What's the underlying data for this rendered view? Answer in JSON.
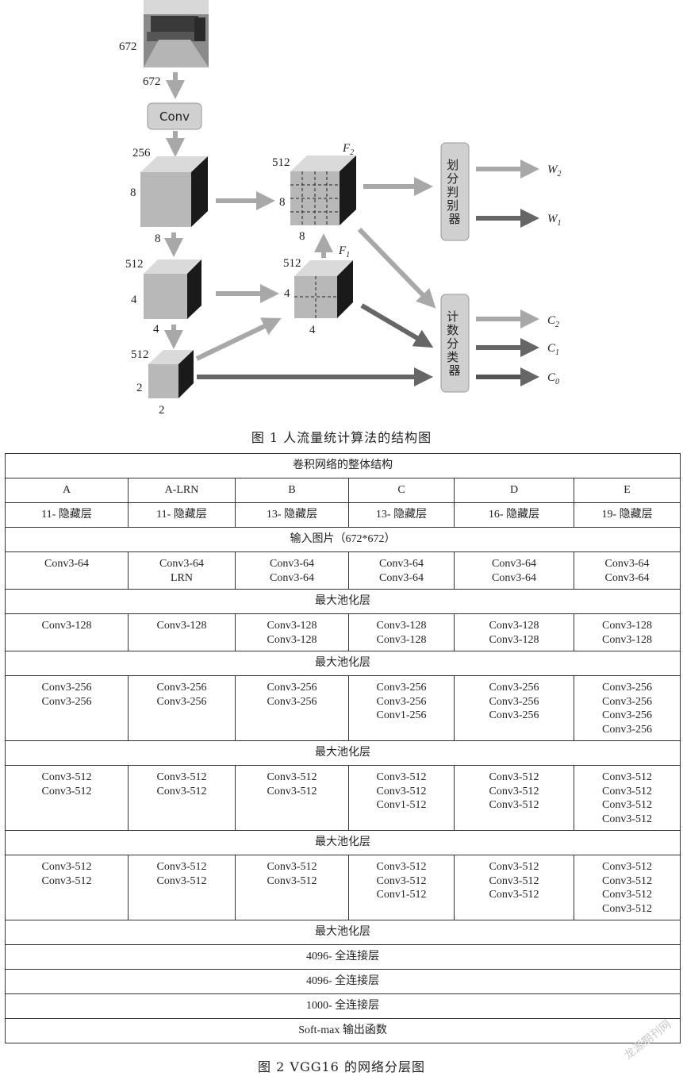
{
  "figure1": {
    "input_dims": {
      "height": "672",
      "width": "672"
    },
    "conv_label": "Conv",
    "cube1": {
      "channels": "256",
      "height": "8",
      "width": "8"
    },
    "cube2": {
      "channels": "512",
      "height": "4",
      "width": "4"
    },
    "cube3": {
      "channels": "512",
      "height": "2",
      "width": "2"
    },
    "f2_cube": {
      "channels": "512",
      "height": "8",
      "width": "8",
      "name": "F",
      "sub": "2"
    },
    "f1_cube": {
      "channels": "512",
      "height": "4",
      "width": "4",
      "name": "F",
      "sub": "1"
    },
    "discriminator_label": [
      "划",
      "分",
      "判",
      "别",
      "器"
    ],
    "classifier_label": [
      "计",
      "数",
      "分",
      "类",
      "器"
    ],
    "outputs_w": [
      {
        "name": "W",
        "sub": "2"
      },
      {
        "name": "W",
        "sub": "1"
      }
    ],
    "outputs_c": [
      {
        "name": "C",
        "sub": "2"
      },
      {
        "name": "C",
        "sub": "1"
      },
      {
        "name": "C",
        "sub": "0"
      }
    ],
    "caption": "图 1   人流量统计算法的结构图"
  },
  "table": {
    "title": "卷积网络的整体结构",
    "columns": [
      "A",
      "A-LRN",
      "B",
      "C",
      "D",
      "E"
    ],
    "depths": [
      "11- 隐藏层",
      "11- 隐藏层",
      "13- 隐藏层",
      "13- 隐藏层",
      "16- 隐藏层",
      "19- 隐藏层"
    ],
    "input_row": "输入图片（672*672）",
    "pool_label": "最大池化层",
    "blocks": [
      [
        [
          "Conv3-64"
        ],
        [
          "Conv3-64",
          "LRN"
        ],
        [
          "Conv3-64",
          "Conv3-64"
        ],
        [
          "Conv3-64",
          "Conv3-64"
        ],
        [
          "Conv3-64",
          "Conv3-64"
        ],
        [
          "Conv3-64",
          "Conv3-64"
        ]
      ],
      [
        [
          "Conv3-128"
        ],
        [
          "Conv3-128"
        ],
        [
          "Conv3-128",
          "Conv3-128"
        ],
        [
          "Conv3-128",
          "Conv3-128"
        ],
        [
          "Conv3-128",
          "Conv3-128"
        ],
        [
          "Conv3-128",
          "Conv3-128"
        ]
      ],
      [
        [
          "Conv3-256",
          "Conv3-256"
        ],
        [
          "Conv3-256",
          "Conv3-256"
        ],
        [
          "Conv3-256",
          "Conv3-256"
        ],
        [
          "Conv3-256",
          "Conv3-256",
          "Conv1-256"
        ],
        [
          "Conv3-256",
          "Conv3-256",
          "Conv3-256"
        ],
        [
          "Conv3-256",
          "Conv3-256",
          "Conv3-256",
          "Conv3-256"
        ]
      ],
      [
        [
          "Conv3-512",
          "Conv3-512"
        ],
        [
          "Conv3-512",
          "Conv3-512"
        ],
        [
          "Conv3-512",
          "Conv3-512"
        ],
        [
          "Conv3-512",
          "Conv3-512",
          "Conv1-512"
        ],
        [
          "Conv3-512",
          "Conv3-512",
          "Conv3-512"
        ],
        [
          "Conv3-512",
          "Conv3-512",
          "Conv3-512",
          "Conv3-512"
        ]
      ],
      [
        [
          "Conv3-512",
          "Conv3-512"
        ],
        [
          "Conv3-512",
          "Conv3-512"
        ],
        [
          "Conv3-512",
          "Conv3-512"
        ],
        [
          "Conv3-512",
          "Conv3-512",
          "Conv1-512"
        ],
        [
          "Conv3-512",
          "Conv3-512",
          "Conv3-512"
        ],
        [
          "Conv3-512",
          "Conv3-512",
          "Conv3-512",
          "Conv3-512"
        ]
      ]
    ],
    "fc_rows": [
      "4096- 全连接层",
      "4096- 全连接层",
      "1000- 全连接层"
    ],
    "softmax_row": "Soft-max 输出函数"
  },
  "figure2_caption": "图 2   VGG16 的网络分层图",
  "watermark": "龙源期刊网"
}
